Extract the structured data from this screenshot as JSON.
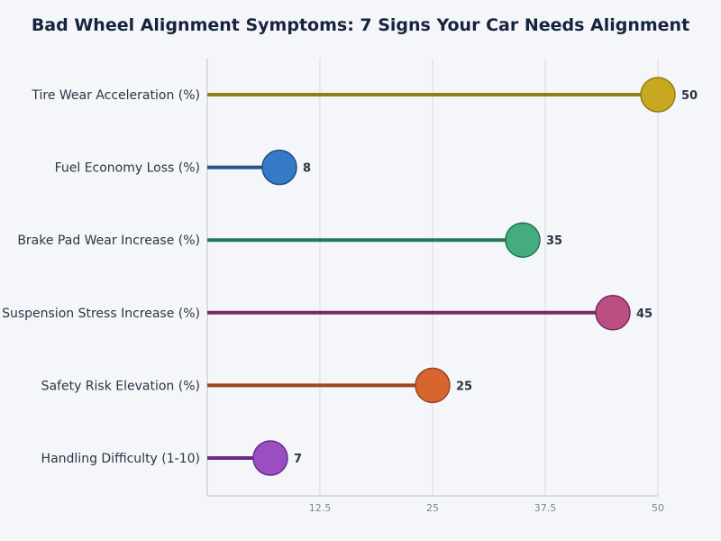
{
  "chart_data": {
    "type": "bar",
    "style": "lollipop",
    "orientation": "horizontal",
    "title": "Bad Wheel Alignment Symptoms: 7 Signs Your Car Needs Alignment",
    "xlabel": "",
    "ylabel": "",
    "xlim": [
      0,
      50
    ],
    "ticks": [
      "12.5",
      "25",
      "37.5",
      "50"
    ],
    "tick_values": [
      12.5,
      25,
      37.5,
      50
    ],
    "grid": "vertical",
    "legend": "none",
    "categories": [
      "Tire Wear Acceleration (%)",
      "Fuel Economy Loss (%)",
      "Brake Pad Wear Increase (%)",
      "Suspension Stress Increase (%)",
      "Safety Risk Elevation (%)",
      "Handling Difficulty (1-10)"
    ],
    "values": [
      50,
      8,
      35,
      45,
      25,
      7
    ],
    "value_labels": [
      "50",
      "8",
      "35",
      "45",
      "25",
      "7"
    ],
    "colors": [
      {
        "line": "#8f7f18",
        "fill": "#c8a820",
        "stroke": "#8f7f18"
      },
      {
        "line": "#255591",
        "fill": "#3679c6",
        "stroke": "#1e4f86"
      },
      {
        "line": "#237a56",
        "fill": "#44ac80",
        "stroke": "#1f7550"
      },
      {
        "line": "#7c2a5c",
        "fill": "#bb4e83",
        "stroke": "#7c2a5c"
      },
      {
        "line": "#994720",
        "fill": "#d8652e",
        "stroke": "#994720"
      },
      {
        "line": "#6b2c8e",
        "fill": "#9b4ebf",
        "stroke": "#6b2c8e"
      }
    ]
  }
}
